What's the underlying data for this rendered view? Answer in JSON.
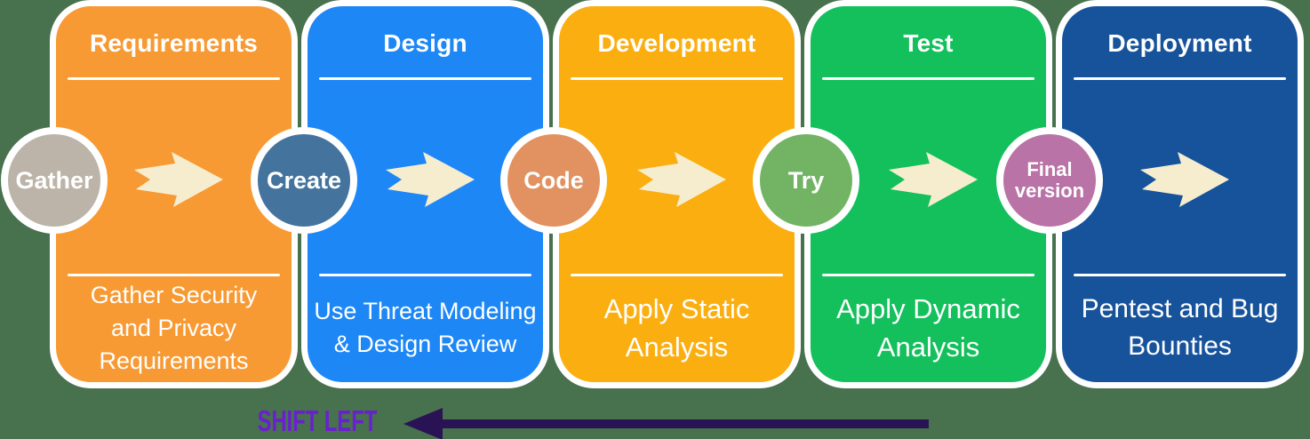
{
  "background_color": "#48714E",
  "panel_border_color": "#FFFFFF",
  "flow_arrow": {
    "color": "#F6EDCF"
  },
  "stages": [
    {
      "title": "Requirements",
      "panel_color": "#F89A33",
      "milestone": {
        "label": "Gather",
        "color": "#BCB4A8"
      },
      "practice": "Gather Security\nand Privacy\nRequirements"
    },
    {
      "title": "Design",
      "panel_color": "#1E87F6",
      "milestone": {
        "label": "Create",
        "color": "#44749E"
      },
      "practice": "Use Threat Modeling\n& Design Review"
    },
    {
      "title": "Development",
      "panel_color": "#FBAE10",
      "milestone": {
        "label": "Code",
        "color": "#E19260"
      },
      "practice": "Apply Static\nAnalysis"
    },
    {
      "title": "Test",
      "panel_color": "#13C05C",
      "milestone": {
        "label": "Try",
        "color": "#73B464"
      },
      "practice": "Apply Dynamic\nAnalysis"
    },
    {
      "title": "Deployment",
      "panel_color": "#17539B",
      "milestone": {
        "label": "Final\nversion",
        "color": "#B973A6"
      },
      "practice": "Pentest and Bug\nBounties"
    }
  ],
  "shift_left": {
    "label": "SHIFT LEFT",
    "text_color": "#6A1FD0",
    "arrow_color": "#2A1355"
  }
}
